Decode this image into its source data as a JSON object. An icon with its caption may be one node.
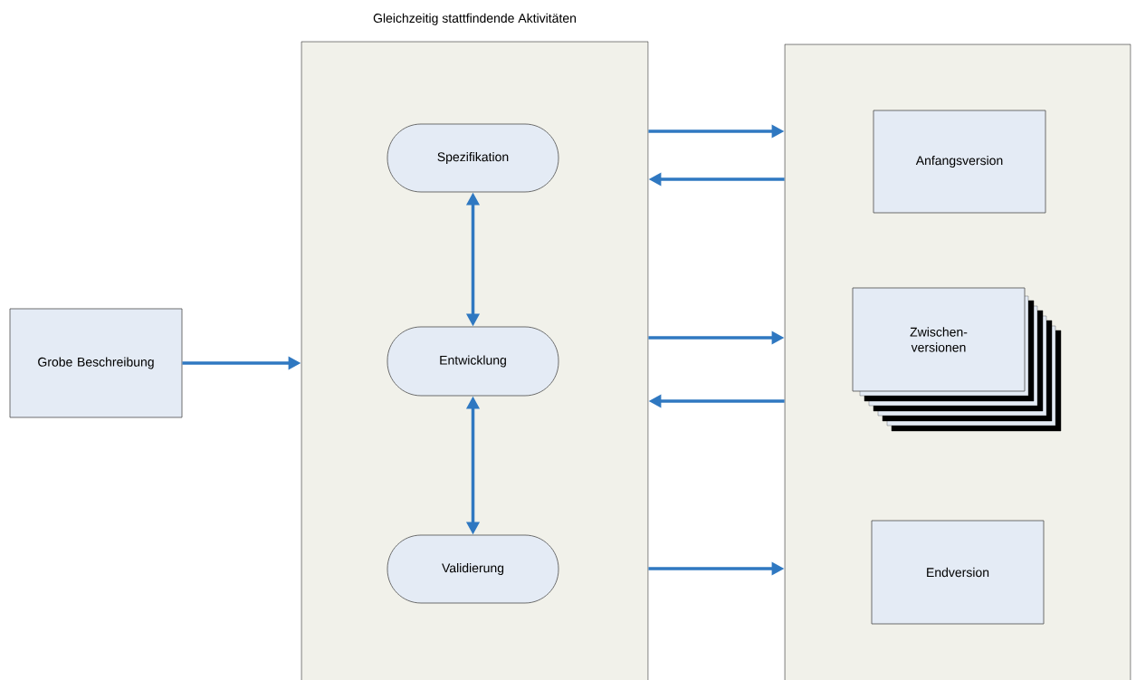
{
  "diagram": {
    "nodes": [
      {
        "text": [
          "Grobe Beschreibung"
        ]
      },
      {
        "text": [
          "Gleichzeitig stattfindende Aktivitäten"
        ]
      },
      {
        "text": [
          "Spezifikation"
        ],
        "in": 1
      },
      {
        "text": [
          "Entwicklung"
        ],
        "in": 1
      },
      {
        "text": [
          "Validierung"
        ],
        "in": 1
      },
      {
        "text": [],
        "shape": "box"
      },
      {
        "text": [
          "Anfangsversion"
        ],
        "in": 5
      },
      {
        "text": [
          "Zwischen- versionen"
        ],
        "in": 5
      },
      {
        "text": [
          "Endversion"
        ],
        "in": 5
      }
    ],
    "edges": [
      {
        "from": 0,
        "to": 1,
        "arrow": "to"
      },
      {
        "from": 2,
        "to": 3,
        "arrow": "both"
      },
      {
        "from": 3,
        "to": 4,
        "arrow": "both"
      },
      {
        "from": 1,
        "to": 5,
        "arrow": "to"
      },
      {
        "from": 5,
        "to": 1,
        "arrow": "to"
      },
      {
        "from": 1,
        "to": 5,
        "arrow": "to"
      },
      {
        "from": 5,
        "to": 1,
        "arrow": "to"
      },
      {
        "from": 1,
        "to": 5,
        "arrow": "to"
      }
    ]
  }
}
